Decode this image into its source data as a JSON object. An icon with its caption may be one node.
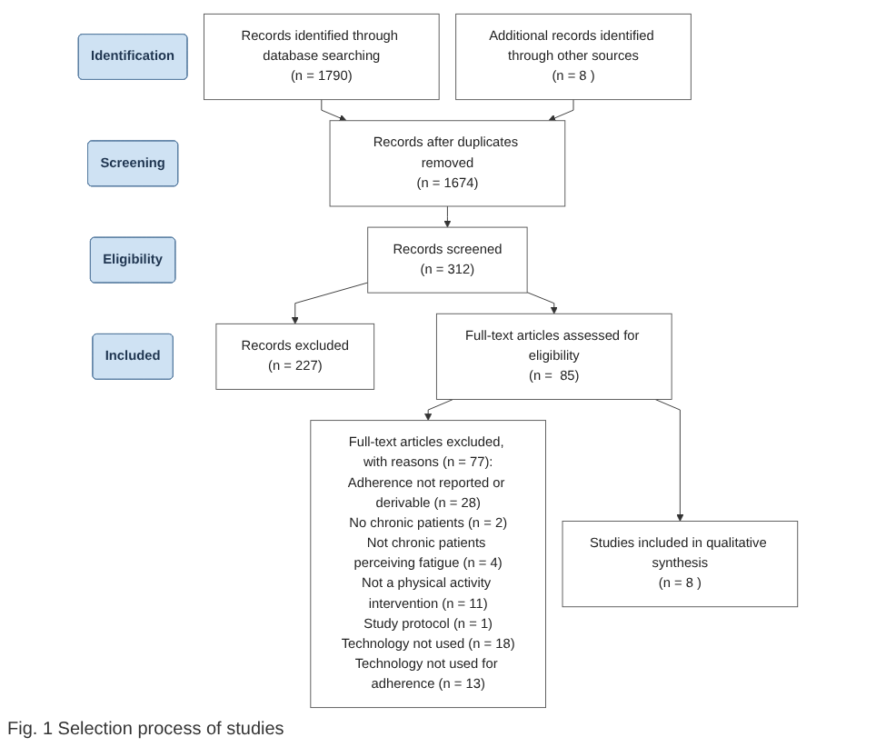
{
  "diagram": {
    "caption": "Fig. 1 Selection process of studies",
    "nodes": [
      {
        "text": [
          "Identification"
        ]
      },
      {
        "text": [
          "Screening"
        ]
      },
      {
        "text": [
          "Eligibility"
        ]
      },
      {
        "text": [
          "Included"
        ]
      },
      {
        "text": [
          "Records identified through database searching",
          "(n = 1790)"
        ]
      },
      {
        "text": [
          "Additional records identified through other sources",
          "(n = 8 )"
        ]
      },
      {
        "text": [
          "Records after duplicates removed",
          "(n = 1674)"
        ]
      },
      {
        "text": [
          "Records screened",
          "(n = 312)"
        ]
      },
      {
        "text": [
          "Records excluded",
          "(n = 227)"
        ]
      },
      {
        "text": [
          "Full-text articles assessed for eligibility",
          "(n =  85)"
        ]
      },
      {
        "text": [
          "Full-text articles excluded, with reasons (n = 77):",
          "Adherence not reported or derivable (n = 28)",
          "No chronic patients (n = 2)",
          "Not chronic patients perceiving fatigue (n = 4)",
          "Not a physical activity intervention (n = 11)",
          "Study protocol (n = 1)",
          "Technology not used (n = 18)",
          "Technology not used for adherence (n = 13)"
        ]
      },
      {
        "text": [
          "Studies included in qualitative synthesis",
          "(n = 8 )"
        ]
      }
    ],
    "edges": [
      {
        "from": 4,
        "to": 6,
        "arrow": "to"
      },
      {
        "from": 5,
        "to": 6,
        "arrow": "to"
      },
      {
        "from": 6,
        "to": 7,
        "arrow": "to"
      },
      {
        "from": 7,
        "to": 8,
        "arrow": "to"
      },
      {
        "from": 7,
        "to": 9,
        "arrow": "to"
      },
      {
        "from": 9,
        "to": 10,
        "arrow": "to"
      },
      {
        "from": 9,
        "to": 11,
        "arrow": "to"
      }
    ]
  }
}
